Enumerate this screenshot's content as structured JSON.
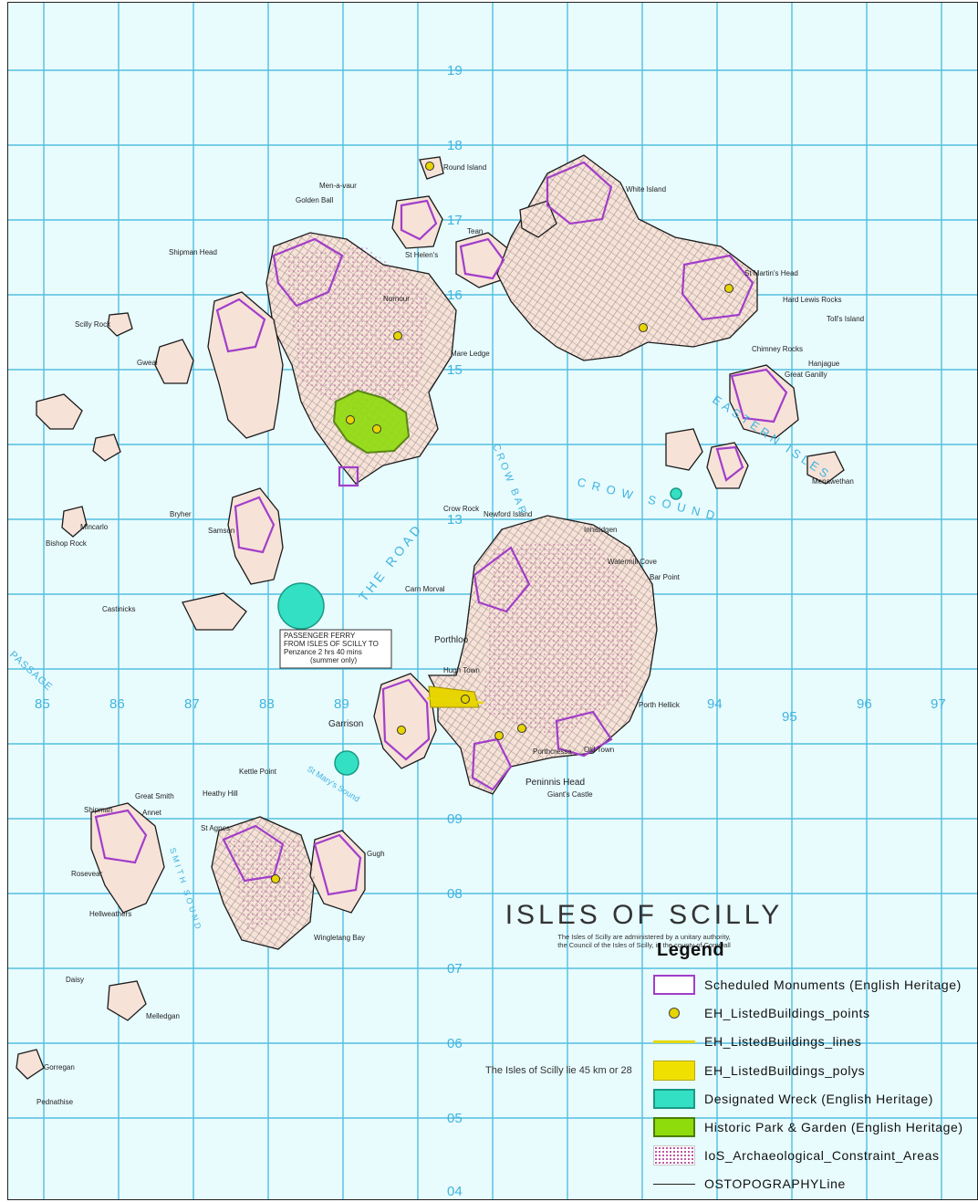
{
  "map": {
    "title": "ISLES OF SCILLY",
    "subtitle_line1": "The Isles of Scilly are administered by a unitary authority,",
    "subtitle_line2": "the Council of the Isles of Scilly, in the county of Cornwall",
    "distance_note": "The Isles of Scilly lie 45 km or 28",
    "ferry_note": [
      "PASSENGER FERRY",
      "FROM ISLES OF SCILLY TO",
      "Penzance  2 hrs 40 mins",
      "(summer only)"
    ],
    "easting_labels": [
      "85",
      "86",
      "87",
      "88",
      "89",
      "94",
      "95",
      "96",
      "97"
    ],
    "northing_labels": [
      "19",
      "18",
      "17",
      "16",
      "15",
      "13",
      "09",
      "08",
      "07",
      "06",
      "05",
      "04"
    ],
    "water_labels": [
      "THE ROAD",
      "CROW BAR",
      "CROW SOUND",
      "EASTERN ISLES",
      "St Mary's Sound",
      "SMITH SOUND",
      "PASSAGE",
      "Porthloo",
      "Garrison"
    ],
    "place_labels": [
      "Shipman Head",
      "Scilly Rock",
      "Golden Ball",
      "Men-a-vaur",
      "Round Island",
      "St Helen's",
      "Tean",
      "White Island",
      "St Martin's Head",
      "Hard Lewis Rocks",
      "Chimney Rocks",
      "Nornour",
      "Great Ganilly",
      "Menawethan",
      "Hanjague",
      "Toll's Island",
      "Peninnis Head",
      "Wingletang Bay",
      "Mincarlo",
      "Castinicks",
      "Bishop Rock",
      "Annet",
      "Great Smith",
      "Rosevear",
      "Samson",
      "Bryher",
      "Gweal",
      "Mare Ledge",
      "Crow Rock",
      "Newford Island",
      "Innisidgen",
      "Watermill Cove",
      "Bar Point",
      "Porth Hellick",
      "Gugh",
      "St Agnes",
      "Pednathise",
      "Gorregan",
      "Melledgan",
      "Hellweathers",
      "Daisy",
      "Shipman",
      "Kettle Point",
      "Heathy Hill",
      "Giant's Castle",
      "Old Town",
      "Porthcressa",
      "Carn Morval",
      "Hugh Town"
    ]
  },
  "legend": {
    "title": "Legend",
    "items": [
      {
        "key": "scheduled",
        "label": "Scheduled Monuments (English Heritage)"
      },
      {
        "key": "point",
        "label": "EH_ListedBuildings_points"
      },
      {
        "key": "line",
        "label": "EH_ListedBuildings_lines"
      },
      {
        "key": "poly",
        "label": "EH_ListedBuildings_polys"
      },
      {
        "key": "wreck",
        "label": "Designated Wreck (English Heritage)"
      },
      {
        "key": "park",
        "label": "Historic Park & Garden (English Heritage)"
      },
      {
        "key": "arch",
        "label": "IoS_Archaeological_Constraint_Areas"
      },
      {
        "key": "topo",
        "label": "OSTOPOGRAPHYLine"
      }
    ]
  },
  "colors": {
    "sea": "#e8fbfd",
    "grid": "#52bfe0",
    "grid_label": "#3fb4e0",
    "land": "#f7e2d8",
    "scheduled": "#a23ec9",
    "topo": "#1a1a1a",
    "wreck": "#33e0c4",
    "park": "#8fdc0c",
    "listed": "#e8d400"
  }
}
